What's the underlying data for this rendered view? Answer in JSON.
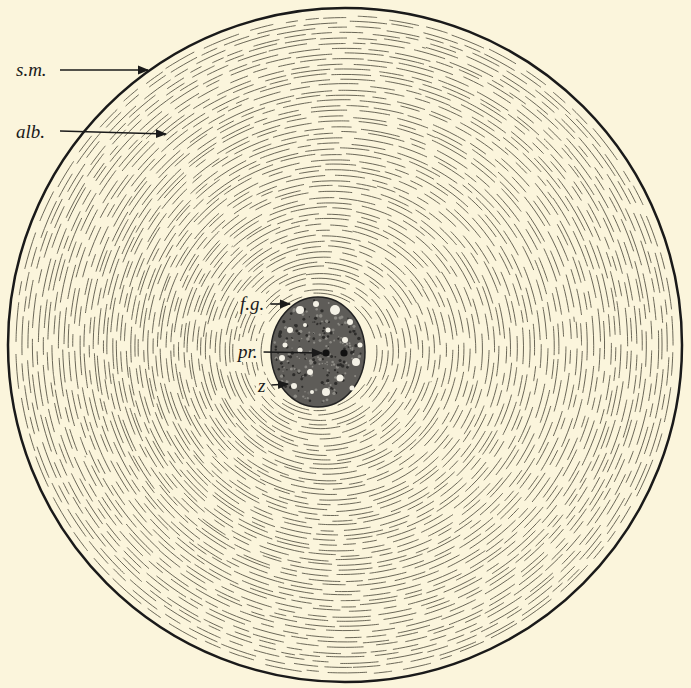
{
  "diagram": {
    "labels": [
      "s.m.",
      "alb.",
      "f.g.",
      "pr.",
      "z"
    ]
  }
}
